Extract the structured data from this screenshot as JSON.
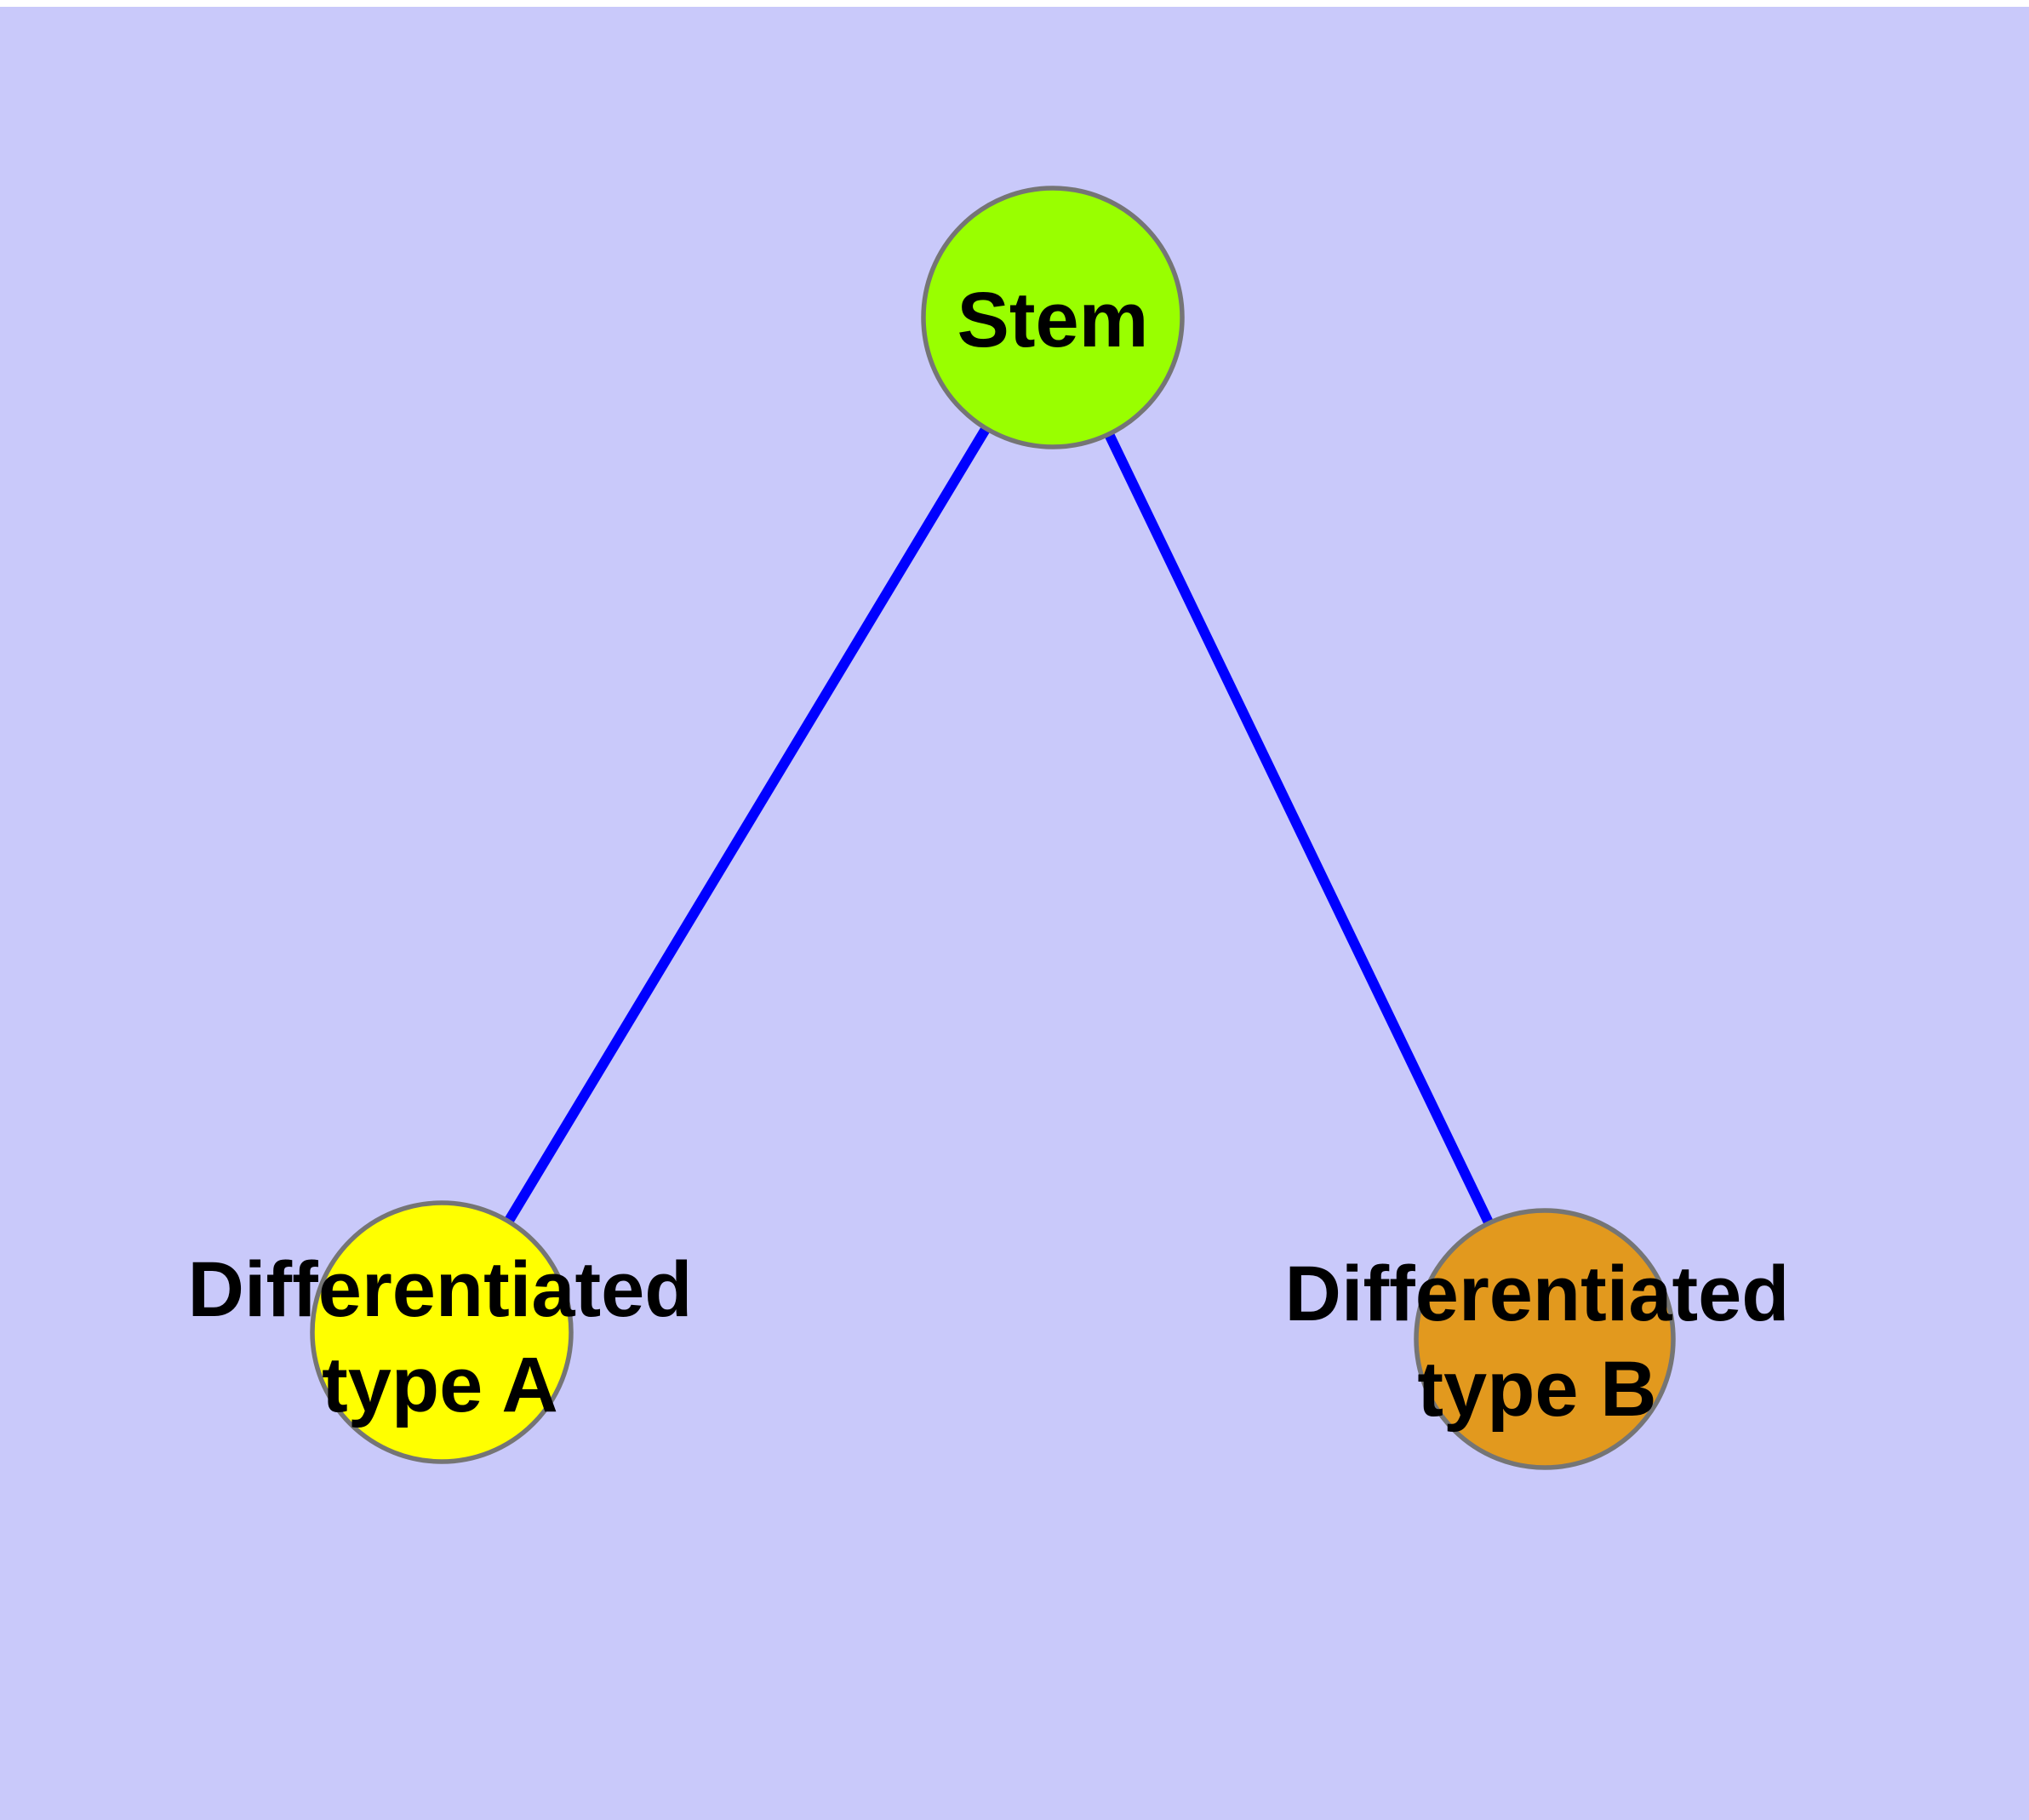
{
  "diagram": {
    "background_color": "#C9C9FA",
    "frame_color": "#FFFFFF",
    "edge_color": "#0000FF",
    "node_border_color": "#757575",
    "text_color": "#000000",
    "nodes": [
      {
        "id": "stem",
        "lines": [
          "Stem"
        ],
        "fill": "#99FF00"
      },
      {
        "id": "differentiated-type-a",
        "lines": [
          "Differentiated",
          "type A"
        ],
        "fill": "#FFFF00"
      },
      {
        "id": "differentiated-type-b",
        "lines": [
          "Differentiated",
          "type B"
        ],
        "fill": "#E2991E"
      }
    ],
    "edges": [
      {
        "from": "stem",
        "to": "differentiated-type-a"
      },
      {
        "from": "stem",
        "to": "differentiated-type-b"
      }
    ]
  }
}
